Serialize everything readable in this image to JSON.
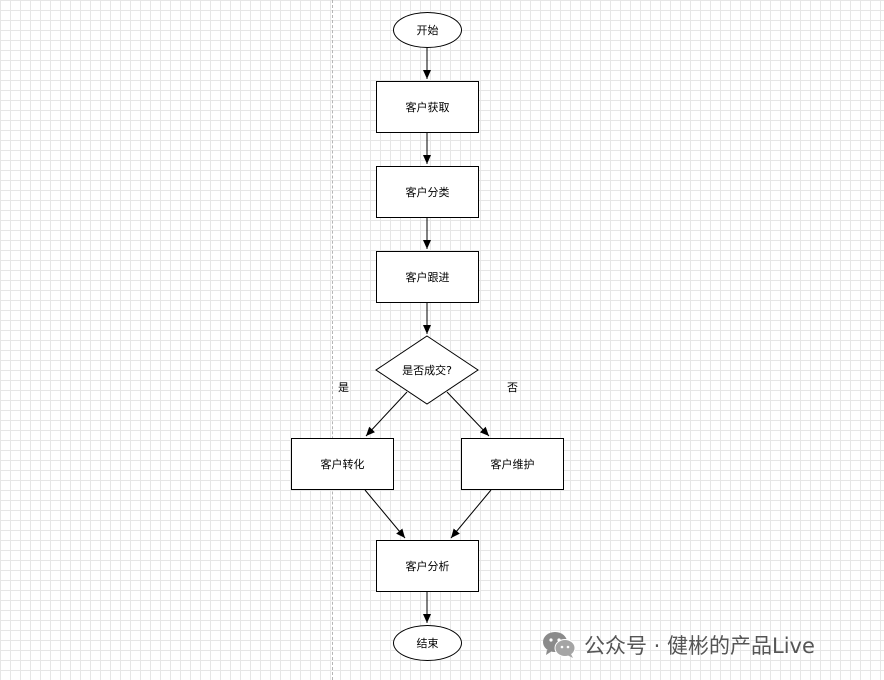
{
  "diagram": {
    "nodes": {
      "start": "开始",
      "acquire": "客户获取",
      "classify": "客户分类",
      "followup": "客户跟进",
      "decision": "是否成交?",
      "convert": "客户转化",
      "maintain": "客户维护",
      "analyze": "客户分析",
      "end": "结束"
    },
    "branch": {
      "yes": "是",
      "no": "否"
    }
  },
  "watermark": {
    "text": "公众号 · 健彬的产品Live",
    "icon": "wechat-icon"
  }
}
